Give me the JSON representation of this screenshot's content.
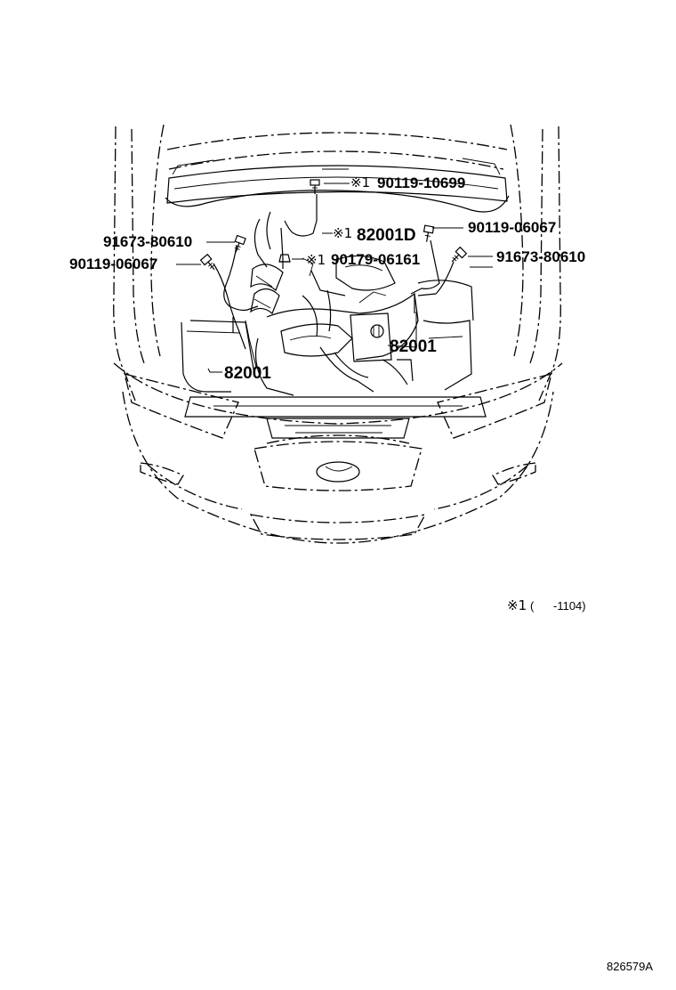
{
  "callouts": {
    "c1": {
      "mark": "※1",
      "part": "90119-10699"
    },
    "c2": {
      "mark": "※1",
      "part": "82001D"
    },
    "c3": {
      "part": "90119-06067"
    },
    "c4": {
      "part": "91673-80610"
    },
    "c5": {
      "part": "90119-06067"
    },
    "c6": {
      "mark": "※1",
      "part": "90179-06161"
    },
    "c7": {
      "part": "91673-80610"
    },
    "c8": {
      "part": "82001"
    },
    "c9": {
      "part": "82001"
    }
  },
  "footnote": {
    "mark": "※1",
    "text": "(      -1104)"
  },
  "diagram_code": "826579A"
}
